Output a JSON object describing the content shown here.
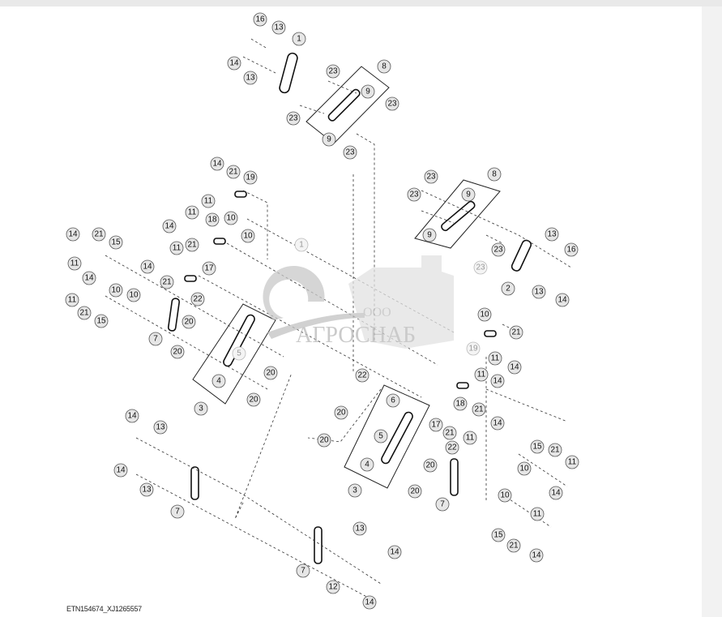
{
  "figure_id": "ETN154674_XJ1265557",
  "watermark": {
    "prefix": "ООО",
    "name": "АГРОСНАБ",
    "color": "#bdbdbd"
  },
  "callouts": [
    "16",
    "13",
    "1",
    "14",
    "13",
    "8",
    "23",
    "9",
    "23",
    "23",
    "9",
    "23",
    "8",
    "23",
    "9",
    "23",
    "9",
    "23",
    "23",
    "13",
    "16",
    "2",
    "13",
    "14",
    "14",
    "21",
    "19",
    "11",
    "14",
    "11",
    "18",
    "10",
    "21",
    "10",
    "1",
    "14",
    "21",
    "15",
    "11",
    "11",
    "14",
    "17",
    "21",
    "14",
    "10",
    "10",
    "11",
    "21",
    "15",
    "22",
    "20",
    "7",
    "20",
    "5",
    "4",
    "3",
    "20",
    "20",
    "22",
    "6",
    "20",
    "17",
    "21",
    "20",
    "5",
    "22",
    "4",
    "3",
    "20",
    "20",
    "10",
    "21",
    "19",
    "11",
    "14",
    "11",
    "14",
    "18",
    "21",
    "11",
    "14",
    "15",
    "21",
    "11",
    "10",
    "14",
    "7",
    "10",
    "11",
    "15",
    "21",
    "14",
    "14",
    "13",
    "14",
    "13",
    "7",
    "13",
    "14",
    "7",
    "12",
    "14"
  ]
}
